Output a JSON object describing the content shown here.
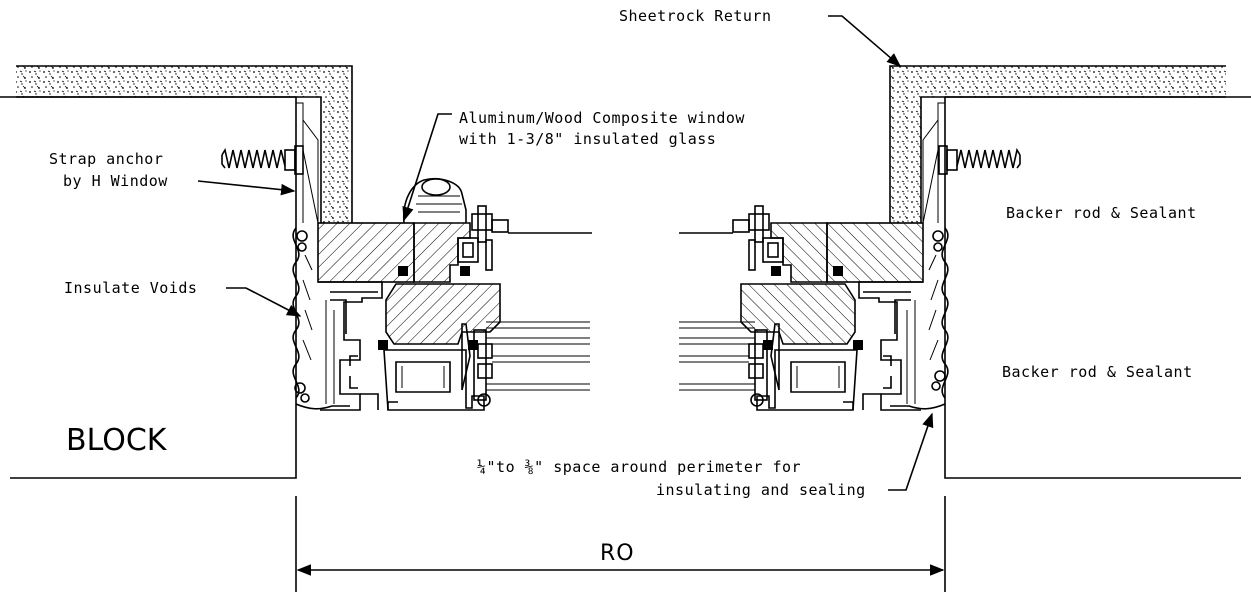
{
  "labels": {
    "sheetrock_return": "Sheetrock Return",
    "window_line1": "Aluminum/Wood Composite window",
    "window_line2": "with 1-3/8\" insulated glass",
    "strap_line1": "Strap anchor",
    "strap_line2": "by H Window",
    "backer_rod_upper": "Backer rod & Sealant",
    "insulate_voids": "Insulate Voids",
    "backer_rod_lower": "Backer rod & Sealant",
    "block": "BLOCK",
    "perimeter_line1": "¼\"to ⅜\" space around perimeter for",
    "perimeter_line2": "insulating and sealing",
    "ro": "RO"
  }
}
